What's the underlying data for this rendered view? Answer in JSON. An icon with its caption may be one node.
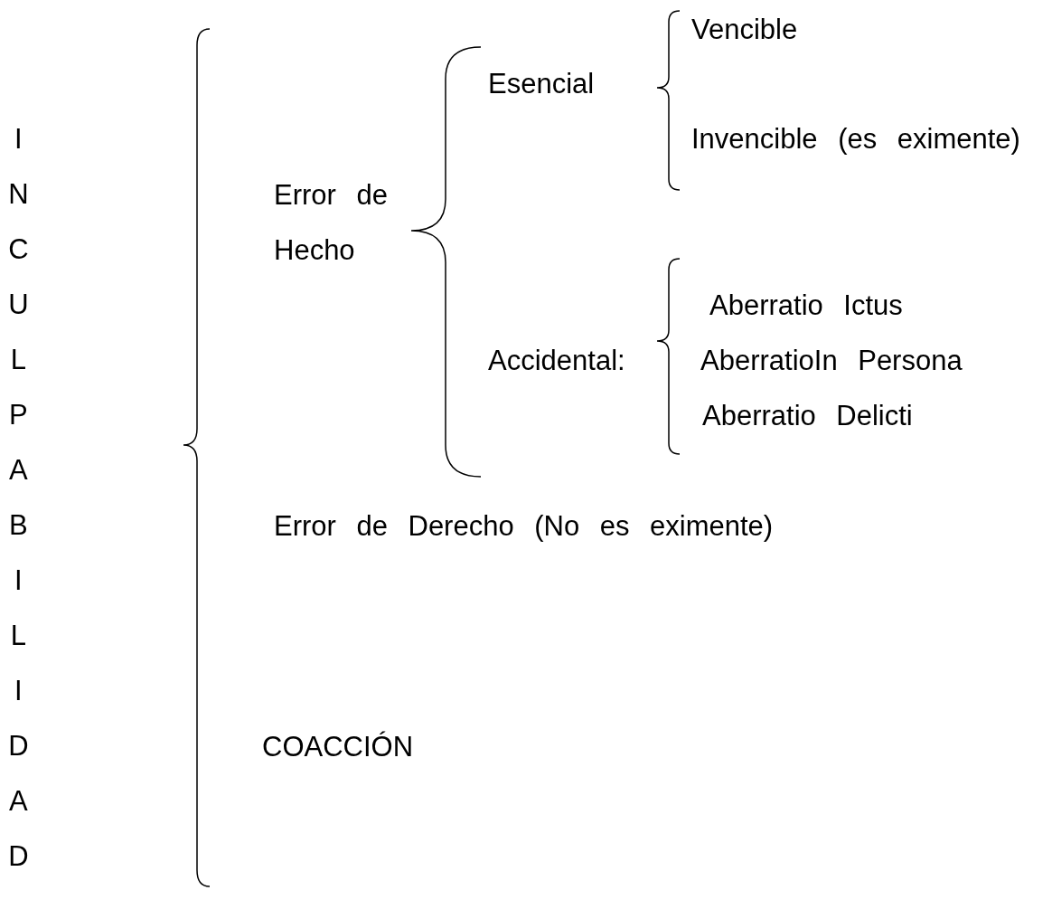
{
  "diagram": {
    "labels": [
      "Vencible",
      "Esencial",
      "Invencible (es eximente)",
      "INCULPABILIDAD",
      "Error de Hecho",
      "Aberratio Ictus",
      "Accidental:",
      "AberratioIn Persona",
      "Aberratio Delicti",
      "Error de Derecho (No es eximente)",
      "COACCIÓN"
    ]
  }
}
